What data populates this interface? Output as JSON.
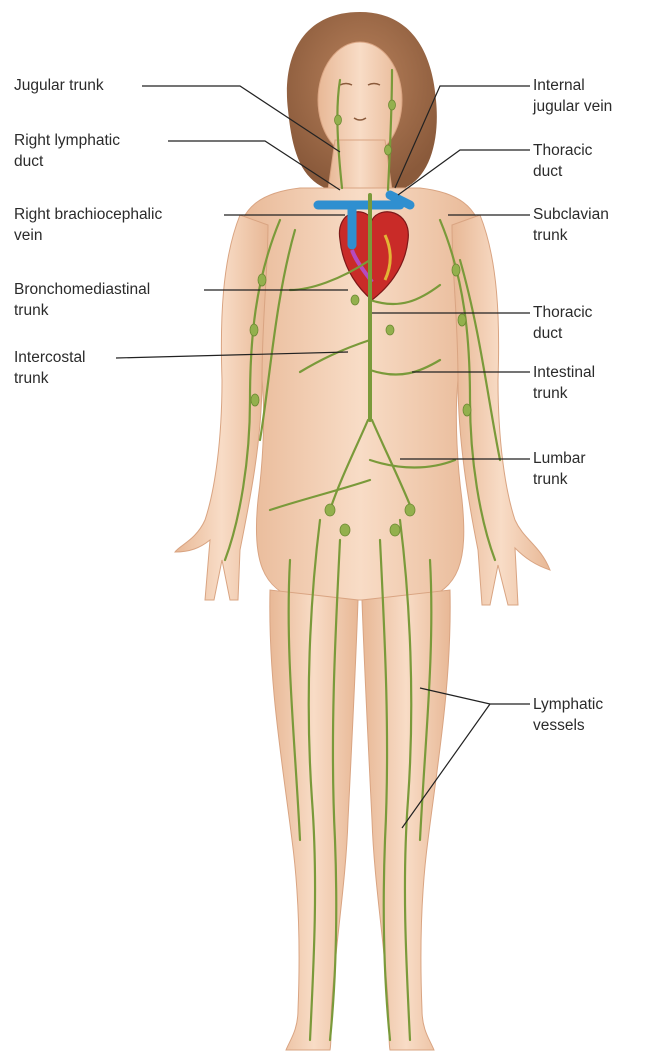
{
  "diagram": {
    "labels": {
      "jugular_trunk": "Jugular trunk",
      "right_lymphatic_duct": "Right lymphatic\nduct",
      "right_brachiocephalic_vein": "Right brachiocephalic\nvein",
      "bronchomediastinal_trunk": "Bronchomediastinal\ntrunk",
      "intercostal_trunk": "Intercostal\ntrunk",
      "internal_jugular_vein": "Internal\njugular vein",
      "thoracic_duct_upper": "Thoracic\nduct",
      "subclavian_trunk": "Subclavian\ntrunk",
      "thoracic_duct_lower": "Thoracic\nduct",
      "intestinal_trunk": "Intestinal\ntrunk",
      "lumbar_trunk": "Lumbar\ntrunk",
      "lymphatic_vessels": "Lymphatic\nvessels"
    },
    "colors": {
      "skin": "#f3cfb3",
      "skin_shadow": "#e4b392",
      "hair": "#a06f4e",
      "lymph": "#7a9a3a",
      "lymph_node": "#93b04d",
      "heart_red": "#c92b28",
      "vein_blue": "#2f8fd0",
      "leader_line": "#222222"
    }
  }
}
